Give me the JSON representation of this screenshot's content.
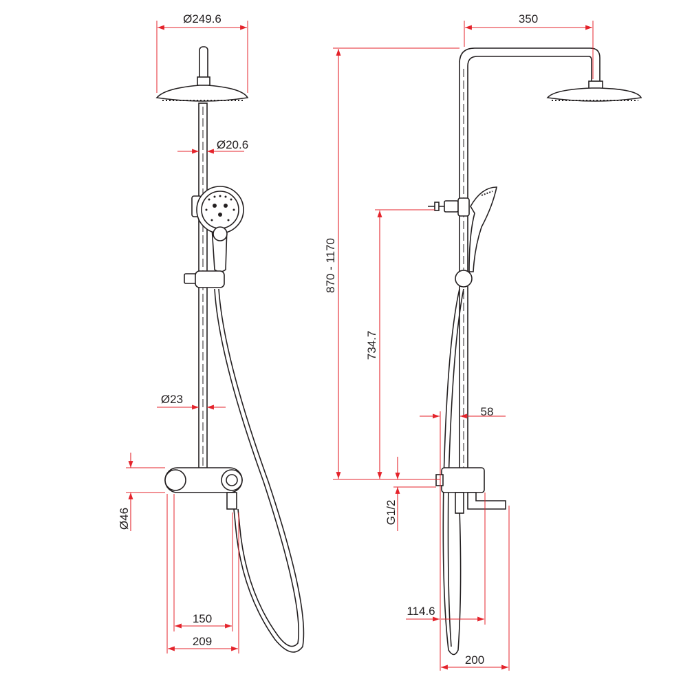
{
  "colors": {
    "dimension": "#e4232b",
    "outline": "#231f20"
  },
  "front_view": {
    "head_diameter": "Ø249.6",
    "head_arm_diameter": "Ø20.6",
    "riser_diameter": "Ø23",
    "mixer_diameter": "Ø46",
    "inner_width": "150",
    "outer_width": "209"
  },
  "side_view": {
    "arm_reach": "350",
    "height_range": "870 - 1170",
    "bracket_height": "734.7",
    "riser_offset": "58",
    "inlet_thread": "G1/2",
    "spout_projection": "114.6",
    "spout_depth": "200"
  }
}
